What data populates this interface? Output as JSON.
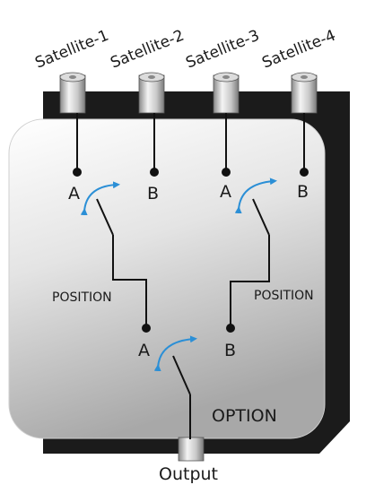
{
  "satellites": [
    {
      "label": "Satellite-1"
    },
    {
      "label": "Satellite-2"
    },
    {
      "label": "Satellite-3"
    },
    {
      "label": "Satellite-4"
    }
  ],
  "switches": {
    "left": {
      "a_label": "A",
      "b_label": "B",
      "position_label": "POSITION"
    },
    "right": {
      "a_label": "A",
      "b_label": "B",
      "position_label": "POSITION"
    },
    "main": {
      "a_label": "A",
      "b_label": "B",
      "option_label": "OPTION"
    }
  },
  "output": {
    "label": "Output"
  },
  "colors": {
    "arrow": "#2b8fd6",
    "box_dark": "#1b1b1b",
    "wire": "#111111"
  }
}
